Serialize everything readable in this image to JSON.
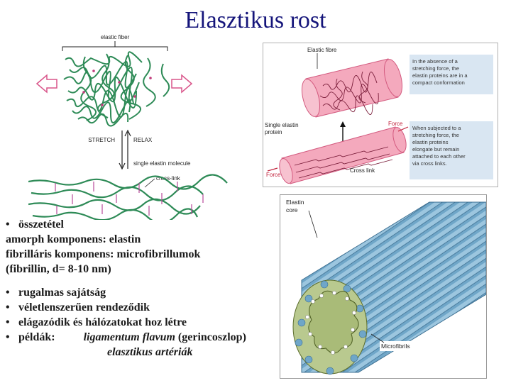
{
  "title": "Elasztikus rost",
  "figure_left": {
    "label_top": "elastic fiber",
    "label_stretch": "STRETCH",
    "label_relax": "RELAX",
    "label_single": "single elastin molecule",
    "label_crosslink": "cross-link"
  },
  "figure_right_top": {
    "label_fibre": "Elastic fibre",
    "label_single": "Single elastin",
    "label_protein": "protein",
    "label_force_right": "Force",
    "label_force_left": "Force",
    "label_crosslink": "Cross link",
    "note_top": [
      "In the absence of a",
      "stretching force, the",
      "elastin proteins are in a",
      "compact conformation"
    ],
    "note_bottom": [
      "When subjected to a",
      "stretching force, the",
      "elastin proteins",
      "elongate but remain",
      "attached to each other",
      "via cross links."
    ]
  },
  "figure_right_bottom": {
    "label_core_1": "Elastin",
    "label_core_2": "core",
    "label_microfibrils": "Microfibrils"
  },
  "text": {
    "bullet1": "összetétel",
    "line2": "amorph komponens: elastin",
    "line3": "fibrilláris komponens: microfibrillumok",
    "line4": "(fibrillin, d= 8-10 nm)",
    "bullet2": "rugalmas sajátság",
    "bullet3": "véletlenszerűen rendeződik",
    "bullet4": "elágazódik és hálózatokat hoz létre",
    "bullet5_label": "példák:",
    "bullet5_term": "ligamentum flavum",
    "bullet5_rest": "(gerincoszlop)",
    "bullet6_term": "elasztikus artériák",
    "bullet_glyph": "•"
  }
}
